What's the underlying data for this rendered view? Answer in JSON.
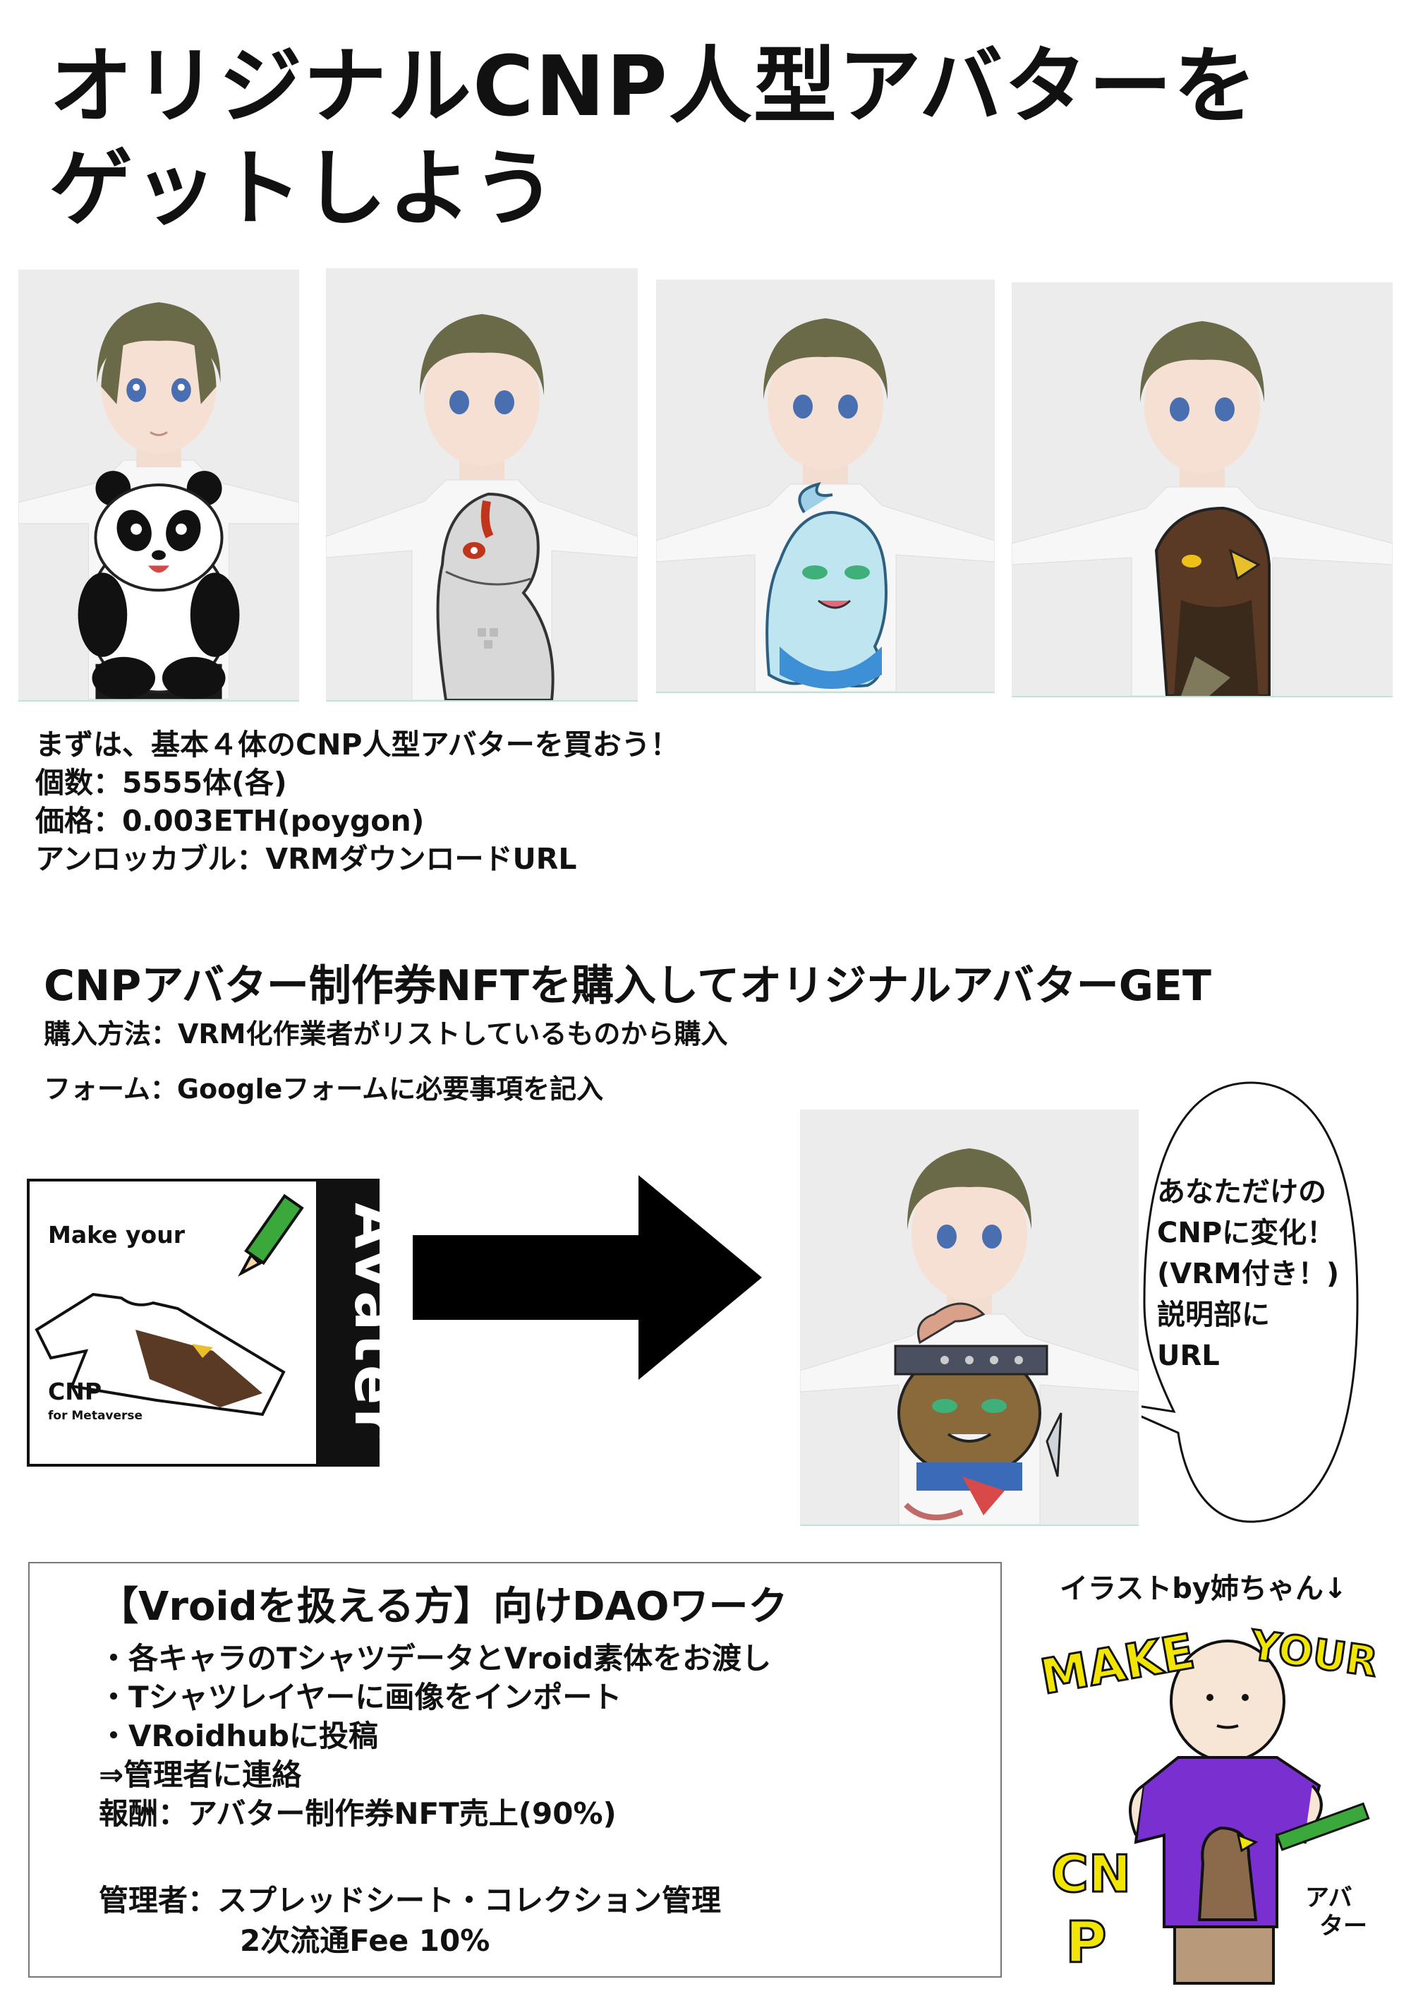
{
  "title": {
    "line1": "オリジナルCNP人型アバターを",
    "line2": "ゲットしよう"
  },
  "intro": {
    "line1": "まずは、基本４体のCNP人型アバターを買おう！",
    "line2": "個数：5555体(各)",
    "line3": "価格：0.003ETH(poygon)",
    "line4": "アンロッカブル：VRMダウンロードURL"
  },
  "purchase": {
    "heading": "CNPアバター制作券NFTを購入してオリジナルアバターGET",
    "method": "購入方法：VRM化作業者がリストしているものから購入",
    "form": "フォーム：Googleフォームに必要事項を記入"
  },
  "ticket_card": {
    "make_your": "Make your",
    "cnp": "CNP",
    "for_metaverse": "for Metaverse",
    "side_label": "Avater"
  },
  "bubble": {
    "line1": "あなただけの",
    "line2": "CNPに変化！",
    "line3": "(VRM付き！)",
    "line4": "説明部に",
    "line5": "URL"
  },
  "dao": {
    "heading": "【Vroidを扱える方】向けDAOワーク",
    "items": [
      "・各キャラのTシャツデータとVroid素体をお渡し",
      "・Tシャツレイヤーに画像をインポート",
      "・VRoidhubに投稿",
      "⇒管理者に連絡",
      "報酬：アバター制作券NFT売上(90%)"
    ],
    "manager_line1": "管理者：スプレッドシート・コレクション管理",
    "manager_line2": "2次流通Fee 10%"
  },
  "illustration": {
    "caption": "イラストby姉ちゃん↓",
    "make_your": "MAKE YOUR",
    "cnp": "CNP",
    "avatar_kana": "アバター"
  },
  "colors": {
    "background": "#ffffff",
    "text": "#111111",
    "photo_bg": "#ececec",
    "shirt_purple": "#7a2fd0",
    "lettering_yellow": "#f2e600",
    "pencil_green": "#3aa83a"
  },
  "avatars": [
    "panda",
    "snake",
    "ghost",
    "eagle"
  ]
}
